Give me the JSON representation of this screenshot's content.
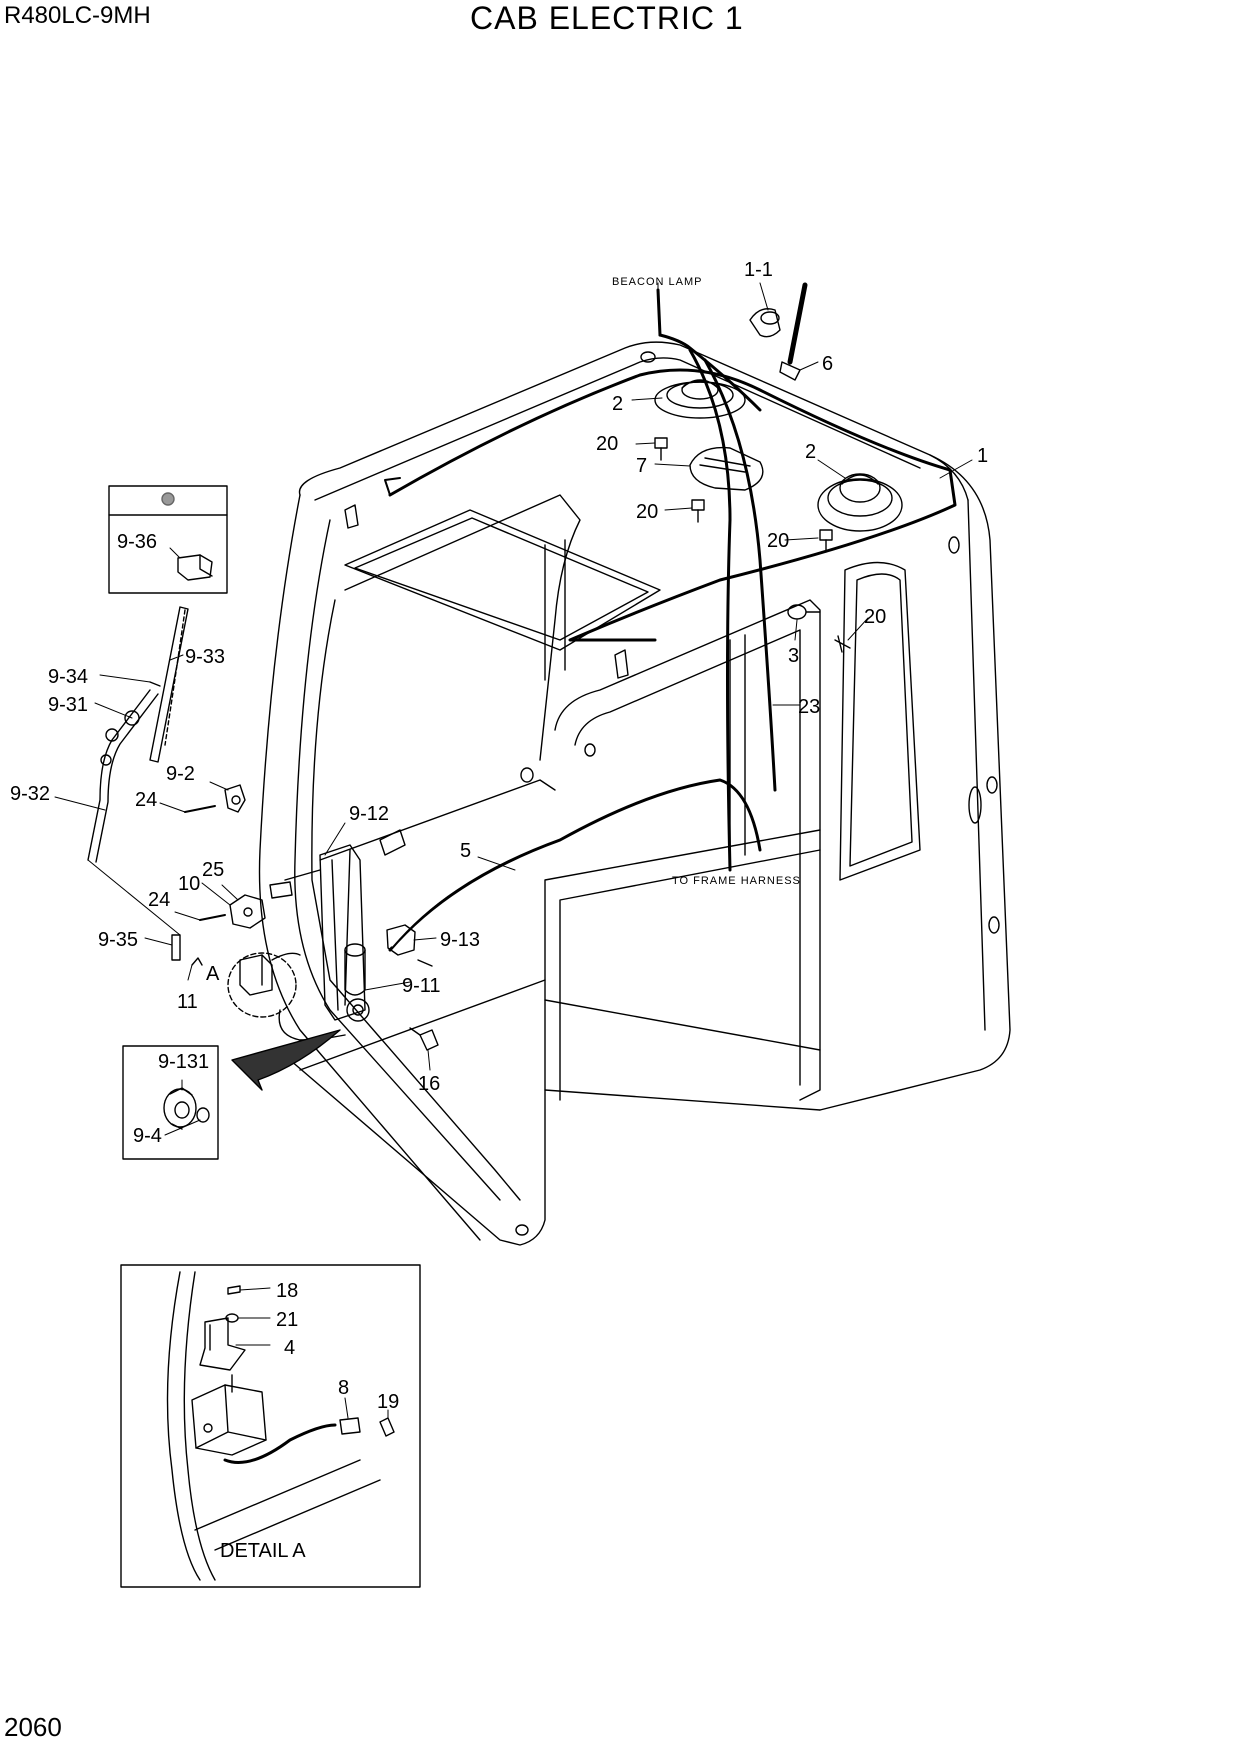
{
  "header": {
    "model": "R480LC-9MH",
    "title": "CAB ELECTRIC 1"
  },
  "footer": {
    "page_number": "2060"
  },
  "notes": {
    "beacon_lamp": "BEACON LAMP",
    "to_frame_harness": "TO FRAME HARNESS",
    "detail_a": "DETAIL A"
  },
  "callouts": {
    "p1_1": "1-1",
    "p6": "6",
    "p2a": "2",
    "p20a": "20",
    "p7": "7",
    "p2b": "2",
    "p1": "1",
    "p20b": "20",
    "p20c": "20",
    "p3": "3",
    "p20d": "20",
    "p23": "23",
    "p5": "5",
    "p9_36": "9-36",
    "p9_33": "9-33",
    "p9_34": "9-34",
    "p9_31": "9-31",
    "p9_2": "9-2",
    "p9_32": "9-32",
    "p24a": "24",
    "p9_12": "9-12",
    "p25": "25",
    "p10": "10",
    "p24b": "24",
    "p9_13": "9-13",
    "p9_35": "9-35",
    "pA": "A",
    "p9_11": "9-11",
    "p11": "11",
    "p16": "16",
    "p9_131": "9-131",
    "p9_4": "9-4",
    "p18": "18",
    "p21": "21",
    "p4": "4",
    "p8": "8",
    "p19": "19"
  }
}
